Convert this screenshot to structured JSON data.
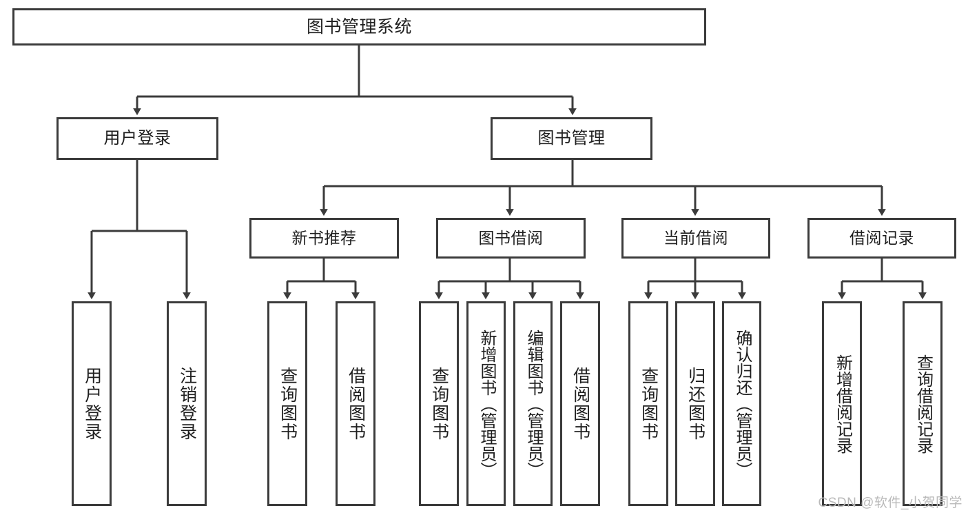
{
  "diagram": {
    "type": "tree-hierarchy",
    "title": "图书管理系统",
    "stroke_color": "#3b3b3b",
    "background_color": "#ffffff",
    "text_color": "#1f1f1f",
    "nodes": {
      "root": {
        "label": "图书管理系统"
      },
      "level2": [
        {
          "id": "user-login",
          "label": "用户登录"
        },
        {
          "id": "book-management",
          "label": "图书管理"
        }
      ],
      "level3": [
        {
          "id": "new-book-recommend",
          "label": "新书推荐"
        },
        {
          "id": "book-borrow",
          "label": "图书借阅"
        },
        {
          "id": "current-borrow",
          "label": "当前借阅"
        },
        {
          "id": "borrow-record",
          "label": "借阅记录"
        }
      ],
      "leaves": {
        "user_login": [
          {
            "id": "leaf-user-login",
            "label": "用户登录"
          },
          {
            "id": "leaf-logout-login",
            "label": "注销登录"
          }
        ],
        "new_book_recommend": [
          {
            "id": "leaf-query-book-1",
            "label": "查询图书"
          },
          {
            "id": "leaf-borrow-book-1",
            "label": "借阅图书"
          }
        ],
        "book_borrow": [
          {
            "id": "leaf-query-book-2",
            "label": "查询图书"
          },
          {
            "id": "leaf-add-book",
            "label": "新增图书（管理员）"
          },
          {
            "id": "leaf-edit-book",
            "label": "编辑图书（管理员）"
          },
          {
            "id": "leaf-borrow-book-2",
            "label": "借阅图书"
          }
        ],
        "current_borrow": [
          {
            "id": "leaf-query-book-3",
            "label": "查询图书"
          },
          {
            "id": "leaf-return-book",
            "label": "归还图书"
          },
          {
            "id": "leaf-confirm-return",
            "label": "确认归还（管理员）"
          }
        ],
        "borrow_record": [
          {
            "id": "leaf-add-record",
            "label": "新增借阅记录"
          },
          {
            "id": "leaf-query-record",
            "label": "查询借阅记录"
          }
        ]
      }
    }
  },
  "watermark": {
    "text": "CSDN @软件_小贺同学"
  }
}
